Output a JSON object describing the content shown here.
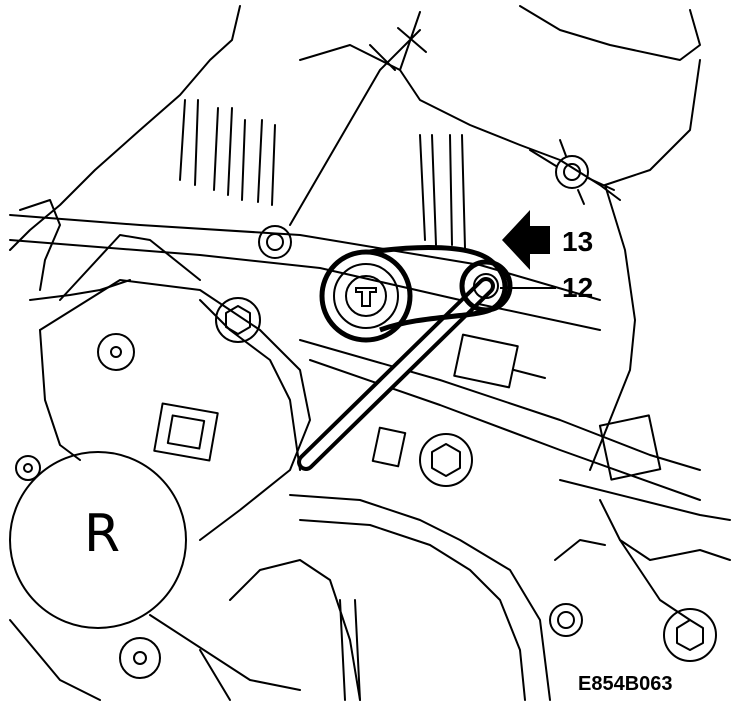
{
  "callouts": {
    "item_13": "13",
    "item_12": "12"
  },
  "motor_marking": "R",
  "figure_id": "E854B063",
  "colors": {
    "line": "#000000",
    "background": "#ffffff"
  }
}
